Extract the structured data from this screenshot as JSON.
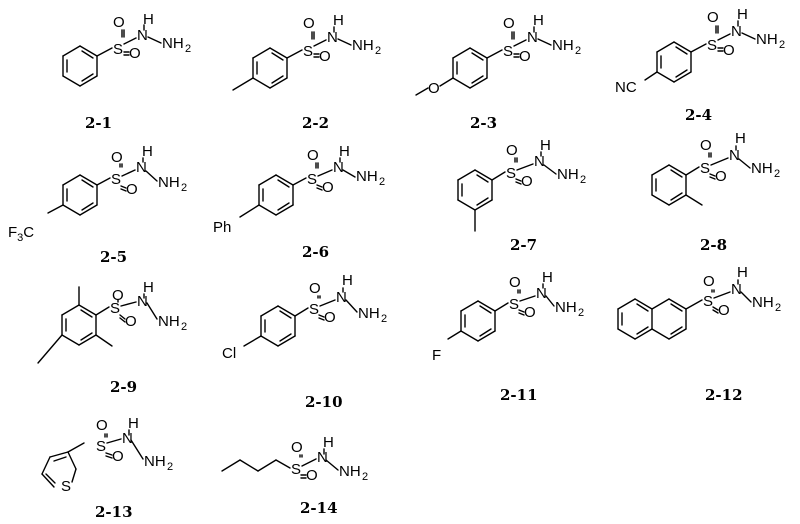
{
  "atoms": {
    "sulfur": "S",
    "oxygen": "O",
    "hydrazine_nh": "H",
    "hydrazine_n": "N",
    "hydrazine_nh2": "NH",
    "two": "2"
  },
  "compounds": [
    {
      "label": "2-1",
      "substituent": ""
    },
    {
      "label": "2-2",
      "substituent": ""
    },
    {
      "label": "2-3",
      "substituent": "O"
    },
    {
      "label": "2-4",
      "substituent": "NC"
    },
    {
      "label": "2-5",
      "substituent": "F",
      "sub_index": "3",
      "substituent_tail": "C"
    },
    {
      "label": "2-6",
      "substituent": "Ph"
    },
    {
      "label": "2-7",
      "substituent": ""
    },
    {
      "label": "2-8",
      "substituent": ""
    },
    {
      "label": "2-9",
      "substituent": ""
    },
    {
      "label": "2-10",
      "substituent": "Cl"
    },
    {
      "label": "2-11",
      "substituent": "F"
    },
    {
      "label": "2-12",
      "substituent": ""
    },
    {
      "label": "2-13",
      "substituent": "S"
    },
    {
      "label": "2-14",
      "substituent": ""
    }
  ]
}
